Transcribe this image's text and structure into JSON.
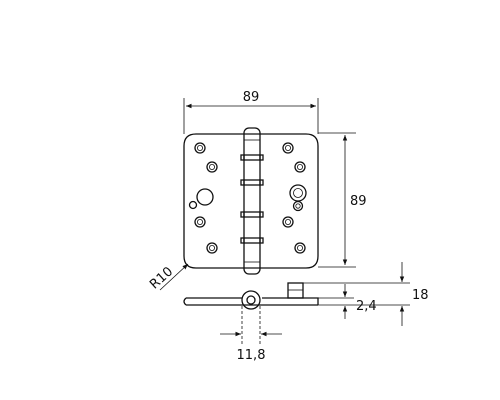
{
  "dimensions": {
    "width": "89",
    "height": "89",
    "corner_radius": "R10",
    "thickness": "2,4",
    "pin_height": "18",
    "knuckle_diameter": "11,8"
  },
  "colors": {
    "line": "#111111",
    "background": "#ffffff"
  }
}
